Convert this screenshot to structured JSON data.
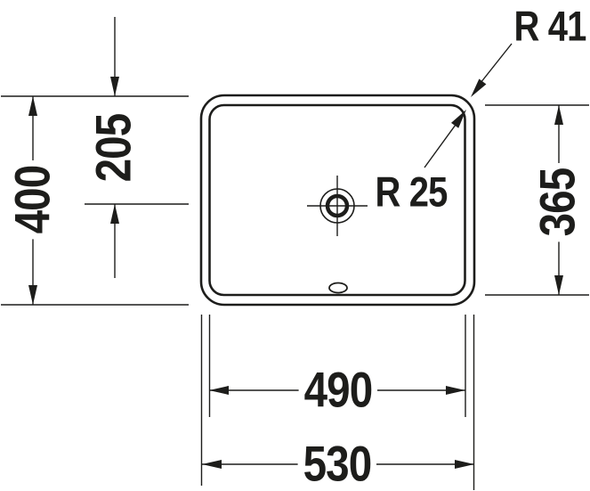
{
  "drawing": {
    "title": "basin-technical-drawing-top-view",
    "colors": {
      "line": "#1d1d1b",
      "background": "#ffffff"
    },
    "dimensions": {
      "overall_depth": "400",
      "tap_hole_center_offset": "205",
      "inner_depth": "365",
      "inner_width": "490",
      "overall_width": "530",
      "outer_corner_radius": "R 41",
      "inner_corner_radius": "R 25"
    }
  }
}
